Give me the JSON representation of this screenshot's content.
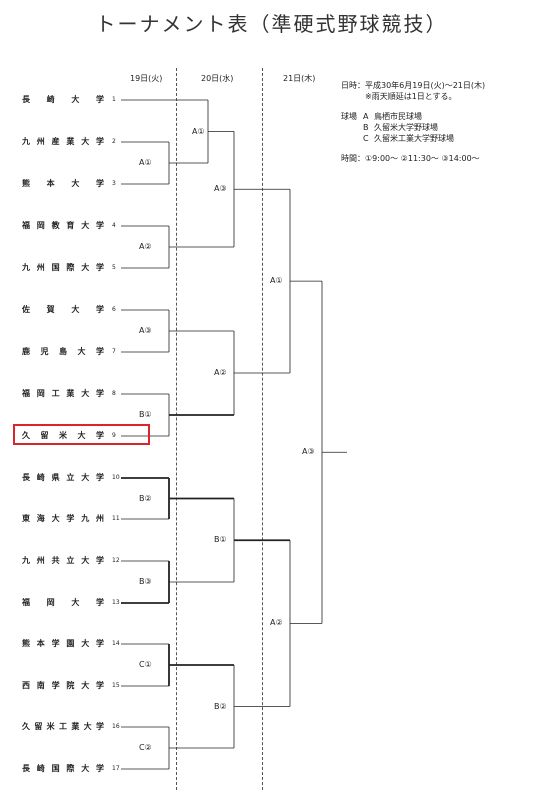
{
  "title": "トーナメント表（準硬式野球競技）",
  "days": [
    "19日(火)",
    "20日(水)",
    "21日(木)"
  ],
  "teams": [
    {
      "name": "長崎大学",
      "no": "1"
    },
    {
      "name": "九州産業大学",
      "no": "2"
    },
    {
      "name": "熊本大学",
      "no": "3"
    },
    {
      "name": "福岡教育大学",
      "no": "4"
    },
    {
      "name": "九州国際大学",
      "no": "5"
    },
    {
      "name": "佐賀大学",
      "no": "6"
    },
    {
      "name": "鹿児島大学",
      "no": "7"
    },
    {
      "name": "福岡工業大学",
      "no": "8"
    },
    {
      "name": "久留米大学",
      "no": "9"
    },
    {
      "name": "長崎県立大学",
      "no": "10"
    },
    {
      "name": "東海大学九州",
      "no": "11"
    },
    {
      "name": "九州共立大学",
      "no": "12"
    },
    {
      "name": "福岡大学",
      "no": "13"
    },
    {
      "name": "熊本学園大学",
      "no": "14"
    },
    {
      "name": "西南学院大学",
      "no": "15"
    },
    {
      "name": "久留米工業大学",
      "no": "16"
    },
    {
      "name": "長崎国際大学",
      "no": "17"
    }
  ],
  "games": {
    "r1": [
      "A①",
      "A②",
      "A③",
      "B①",
      "B②",
      "B③",
      "C①",
      "C②"
    ],
    "r2": [
      "A①",
      "A③",
      "A②",
      "B①",
      "B②"
    ],
    "r3": [
      "A①",
      "A②"
    ],
    "final": "A③"
  },
  "info": {
    "date_label": "日時：",
    "date_value": "平成30年6月19日(火)～21日(木)",
    "rain_note": "※雨天順延は1日とする。",
    "venue_label": "球場",
    "venues": [
      {
        "code": "A",
        "name": "鳥栖市民球場"
      },
      {
        "code": "B",
        "name": "久留米大学野球場"
      },
      {
        "code": "C",
        "name": "久留米工業大学野球場"
      }
    ],
    "time_label": "時間：",
    "time_value": "①9:00～ ②11:30～ ③14:00～"
  },
  "colors": {
    "highlight": "#d9262d",
    "line": "#222222"
  }
}
